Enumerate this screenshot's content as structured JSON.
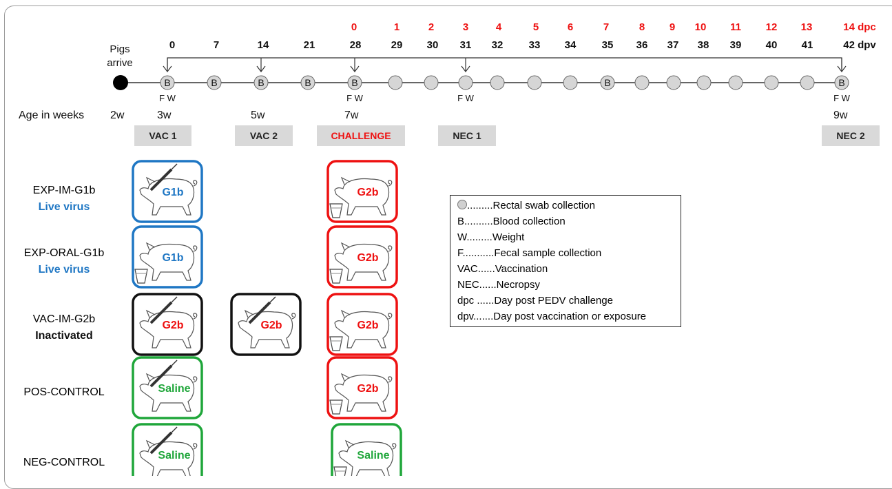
{
  "colors": {
    "red": "#ee1111",
    "blue": "#1f77c4",
    "green": "#1fa63a",
    "black": "#111111",
    "gray_fill": "#d9d9d9"
  },
  "timeline": {
    "dpc_labels": [
      "0",
      "1",
      "2",
      "3",
      "4",
      "5",
      "6",
      "7",
      "8",
      "9",
      "10",
      "11",
      "12",
      "13",
      "14 dpc"
    ],
    "dpv_labels": [
      "0",
      "7",
      "14",
      "21",
      "28",
      "29",
      "30",
      "31",
      "32",
      "33",
      "34",
      "35",
      "36",
      "37",
      "38",
      "39",
      "40",
      "41",
      "42 dpv"
    ],
    "pigs_arrive": "Pigs arrive",
    "markers": [
      {
        "kind": "start"
      },
      {
        "kind": "blood"
      },
      {
        "kind": "blood"
      },
      {
        "kind": "blood"
      },
      {
        "kind": "blood"
      },
      {
        "kind": "blood"
      },
      {
        "kind": "swab"
      },
      {
        "kind": "swab"
      },
      {
        "kind": "swab"
      },
      {
        "kind": "swab"
      },
      {
        "kind": "swab"
      },
      {
        "kind": "swab"
      },
      {
        "kind": "blood"
      },
      {
        "kind": "swab"
      },
      {
        "kind": "swab"
      },
      {
        "kind": "swab"
      },
      {
        "kind": "swab"
      },
      {
        "kind": "swab"
      },
      {
        "kind": "swab"
      },
      {
        "kind": "blood"
      }
    ],
    "blood_letter": "B",
    "fw_label": "F W",
    "age_label": "Age  in weeks",
    "ages": [
      "2w",
      "3w",
      "5w",
      "7w",
      "9w"
    ]
  },
  "phases": [
    "VAC 1",
    "VAC 2",
    "CHALLENGE",
    "NEC 1",
    "NEC 2"
  ],
  "groups": [
    {
      "name": "EXP-IM-G1b",
      "sub": "Live virus",
      "sub_color": "#1f77c4"
    },
    {
      "name": "EXP-ORAL-G1b",
      "sub": "Live virus",
      "sub_color": "#1f77c4"
    },
    {
      "name": "VAC-IM-G2b",
      "sub": "Inactivated",
      "sub_color": "#111111"
    },
    {
      "name": "POS-CONTROL",
      "sub": "",
      "sub_color": "#111111"
    },
    {
      "name": "NEG-CONTROL",
      "sub": "",
      "sub_color": "#111111"
    }
  ],
  "pig_boxes": [
    {
      "label": "G1b",
      "frame": "#1f77c4",
      "text": "#1f77c4",
      "route": "syringe"
    },
    {
      "label": "G1b",
      "frame": "#1f77c4",
      "text": "#1f77c4",
      "route": "cup"
    },
    {
      "label": "G2b",
      "frame": "#111111",
      "text": "#ee1111",
      "route": "syringe"
    },
    {
      "label": "G2b",
      "frame": "#111111",
      "text": "#ee1111",
      "route": "syringe"
    },
    {
      "label": "Saline",
      "frame": "#1fa63a",
      "text": "#1fa63a",
      "route": "syringe"
    },
    {
      "label": "Saline",
      "frame": "#1fa63a",
      "text": "#1fa63a",
      "route": "syringe"
    },
    {
      "label": "G2b",
      "frame": "#ee1111",
      "text": "#ee1111",
      "route": "cup"
    },
    {
      "label": "G2b",
      "frame": "#ee1111",
      "text": "#ee1111",
      "route": "cup"
    },
    {
      "label": "G2b",
      "frame": "#ee1111",
      "text": "#ee1111",
      "route": "cup"
    },
    {
      "label": "G2b",
      "frame": "#ee1111",
      "text": "#ee1111",
      "route": "cup"
    },
    {
      "label": "Saline",
      "frame": "#1fa63a",
      "text": "#1fa63a",
      "route": "cup"
    }
  ],
  "legend": [
    "Rectal swab collection",
    "B..........Blood collection",
    "W.........Weight",
    "F...........Fecal sample collection",
    "VAC......Vaccination",
    "NEC......Necropsy",
    "dpc ......Day post PEDV challenge",
    "dpv.......Day post vaccination or exposure"
  ],
  "legend_swab_dots": "........."
}
